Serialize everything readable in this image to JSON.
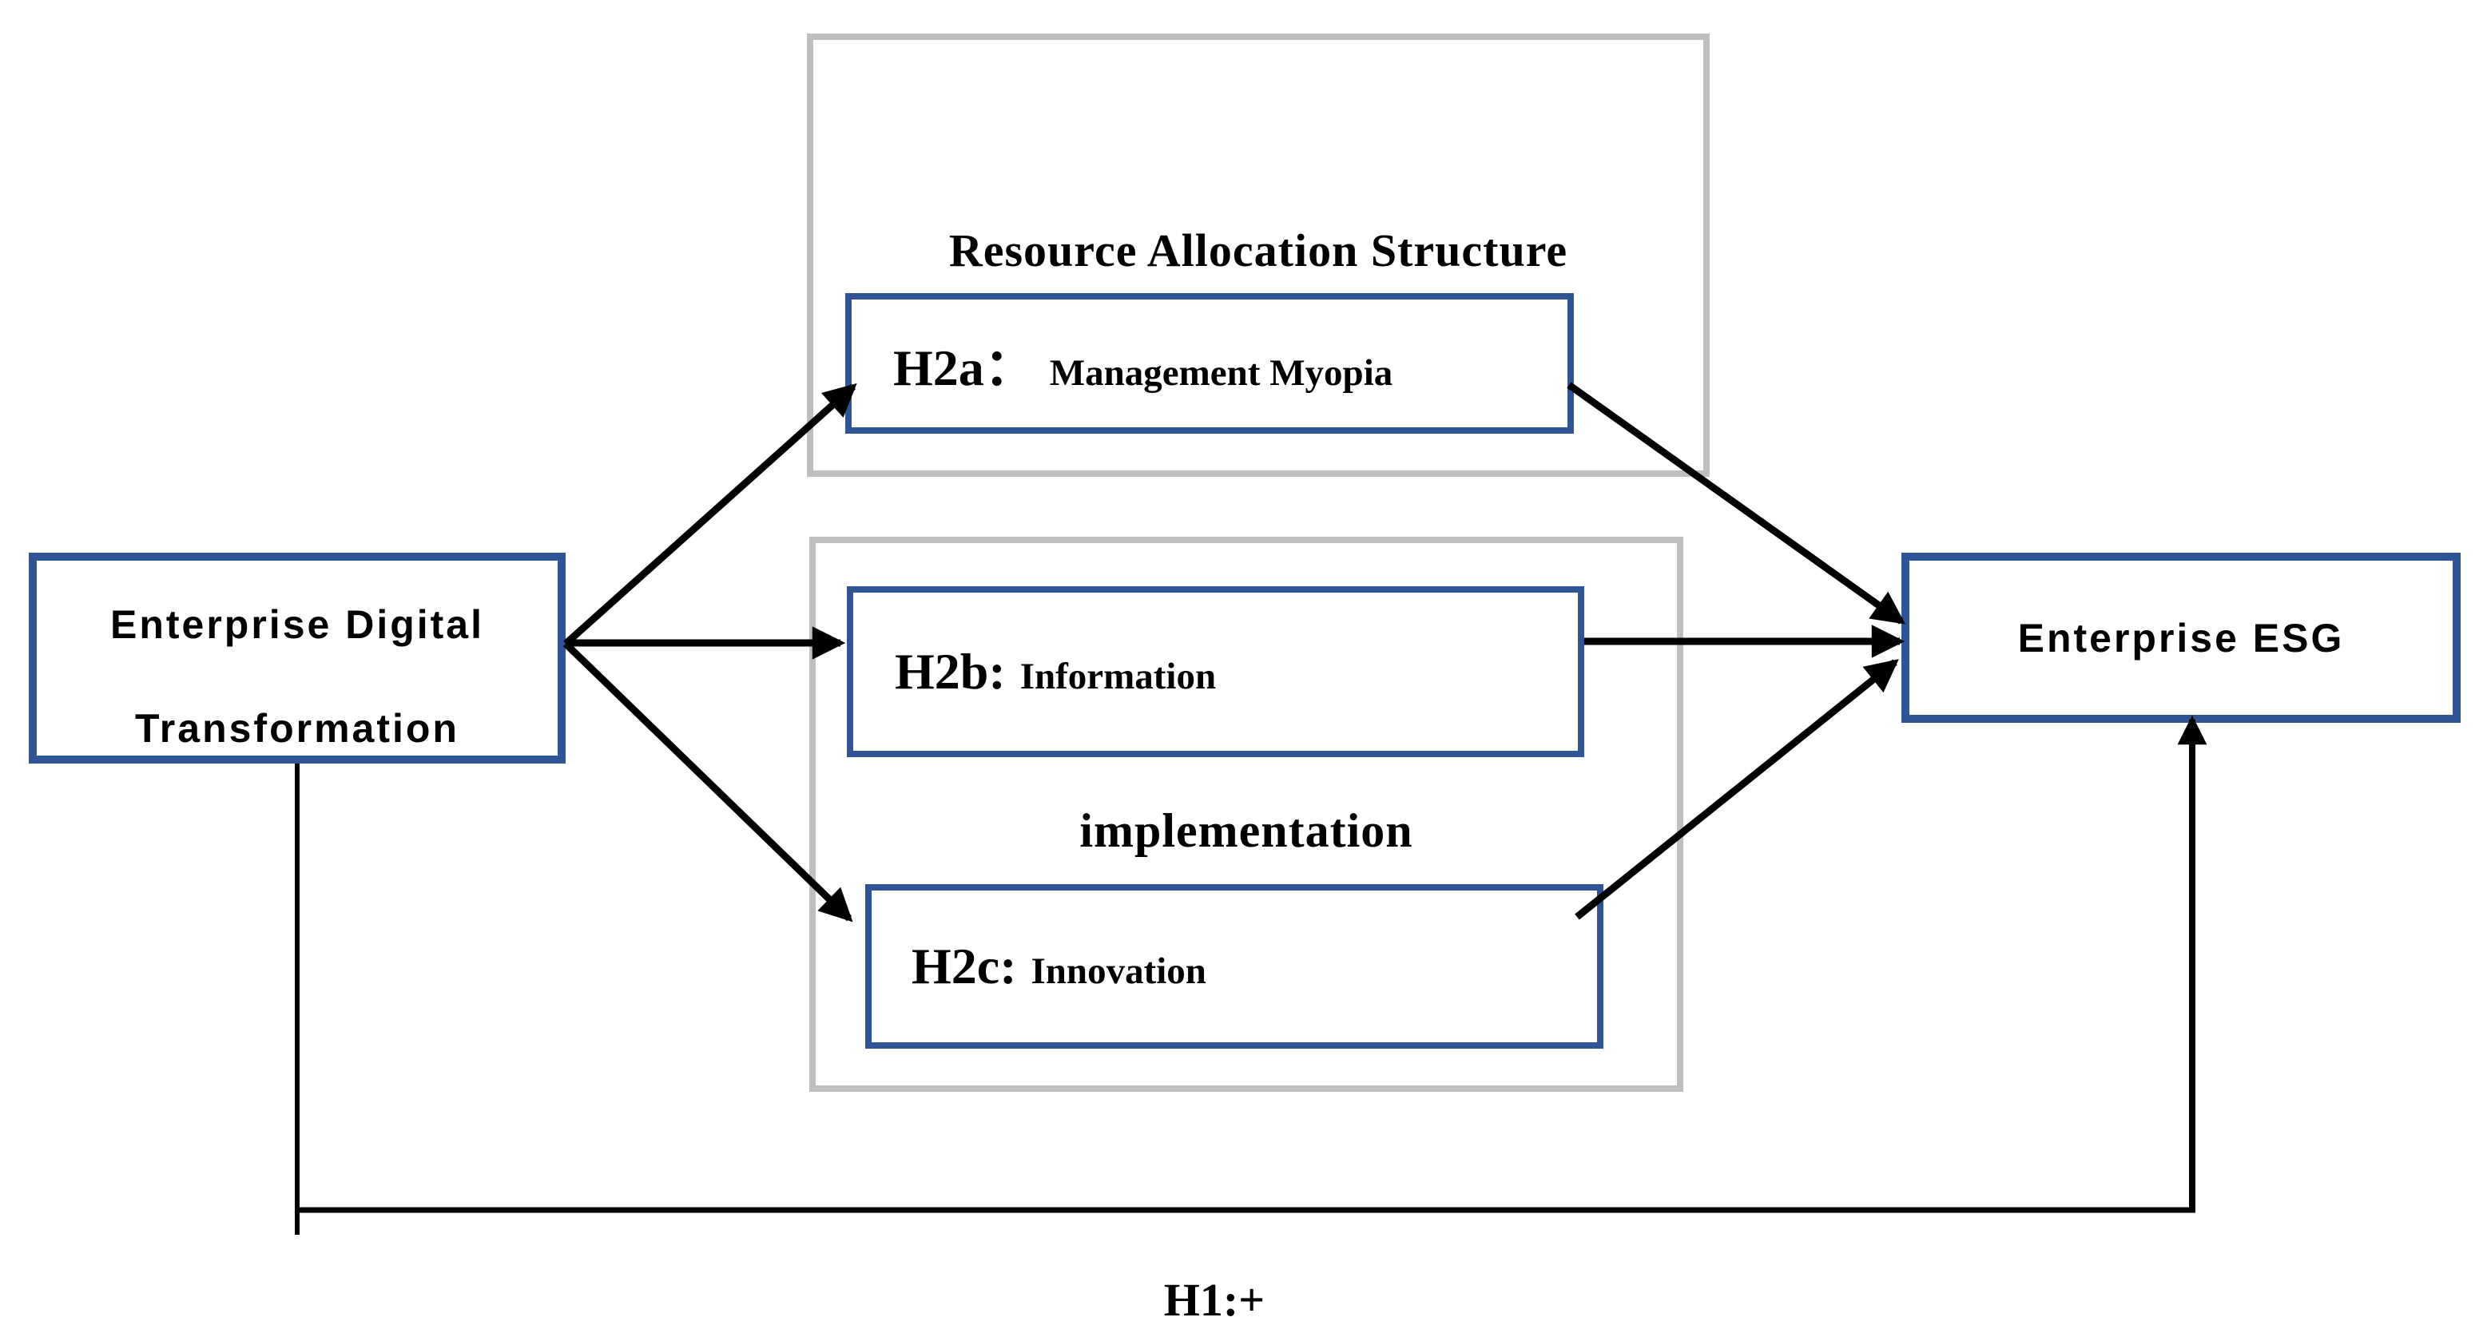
{
  "diagram": {
    "left_node": {
      "line1": "Enterprise Digital",
      "line2": "Transformation"
    },
    "right_node": {
      "label": "Enterprise ESG"
    },
    "top_group": {
      "title": "Resource Allocation Structure",
      "node": {
        "prefix": "H2a：",
        "label": "Management Myopia"
      }
    },
    "middle_group": {
      "title": "implementation",
      "node_top": {
        "prefix": "H2b:",
        "label": "Information"
      },
      "node_bottom": {
        "prefix": "H2c:",
        "label": "Innovation"
      }
    },
    "hypothesis_label": "H1:+",
    "colors": {
      "node_border": "#2F5597",
      "group_border": "#BFBFBF",
      "arrow": "#000000",
      "text": "#000000"
    }
  }
}
